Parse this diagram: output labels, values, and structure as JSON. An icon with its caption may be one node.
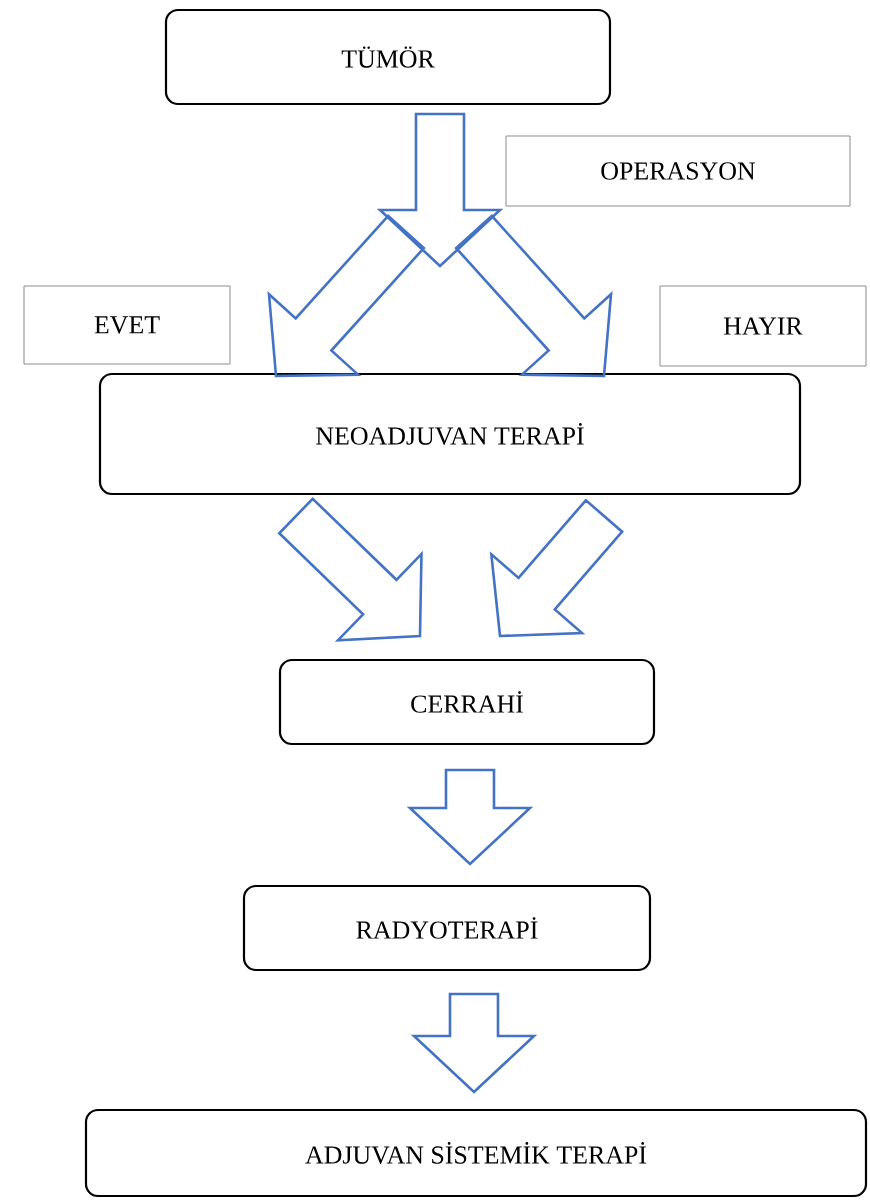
{
  "diagram": {
    "nodes": [
      {
        "text": [
          "TÜMÖR"
        ]
      },
      {
        "text": [
          "OPERASYON"
        ]
      },
      {
        "text": [
          "EVET"
        ]
      },
      {
        "text": [
          "HAYIR"
        ]
      },
      {
        "text": [
          "NEOADJUVAN TERAPİ"
        ]
      },
      {
        "text": [
          "CERRAHİ"
        ]
      },
      {
        "text": [
          "RADYOTERAPİ"
        ]
      },
      {
        "text": [
          "ADJUVAN SİSTEMİK TERAPİ"
        ]
      }
    ],
    "edges": [
      {
        "from": 0,
        "to": null,
        "arrow": "to"
      },
      {
        "from": null,
        "to": 4,
        "arrow": "to"
      },
      {
        "from": null,
        "to": 4,
        "arrow": "to"
      },
      {
        "from": 4,
        "to": 5,
        "arrow": "to"
      },
      {
        "from": 4,
        "to": 5,
        "arrow": "to"
      },
      {
        "from": 5,
        "to": 6,
        "arrow": "to"
      },
      {
        "from": 6,
        "to": 7,
        "arrow": "to"
      }
    ]
  }
}
